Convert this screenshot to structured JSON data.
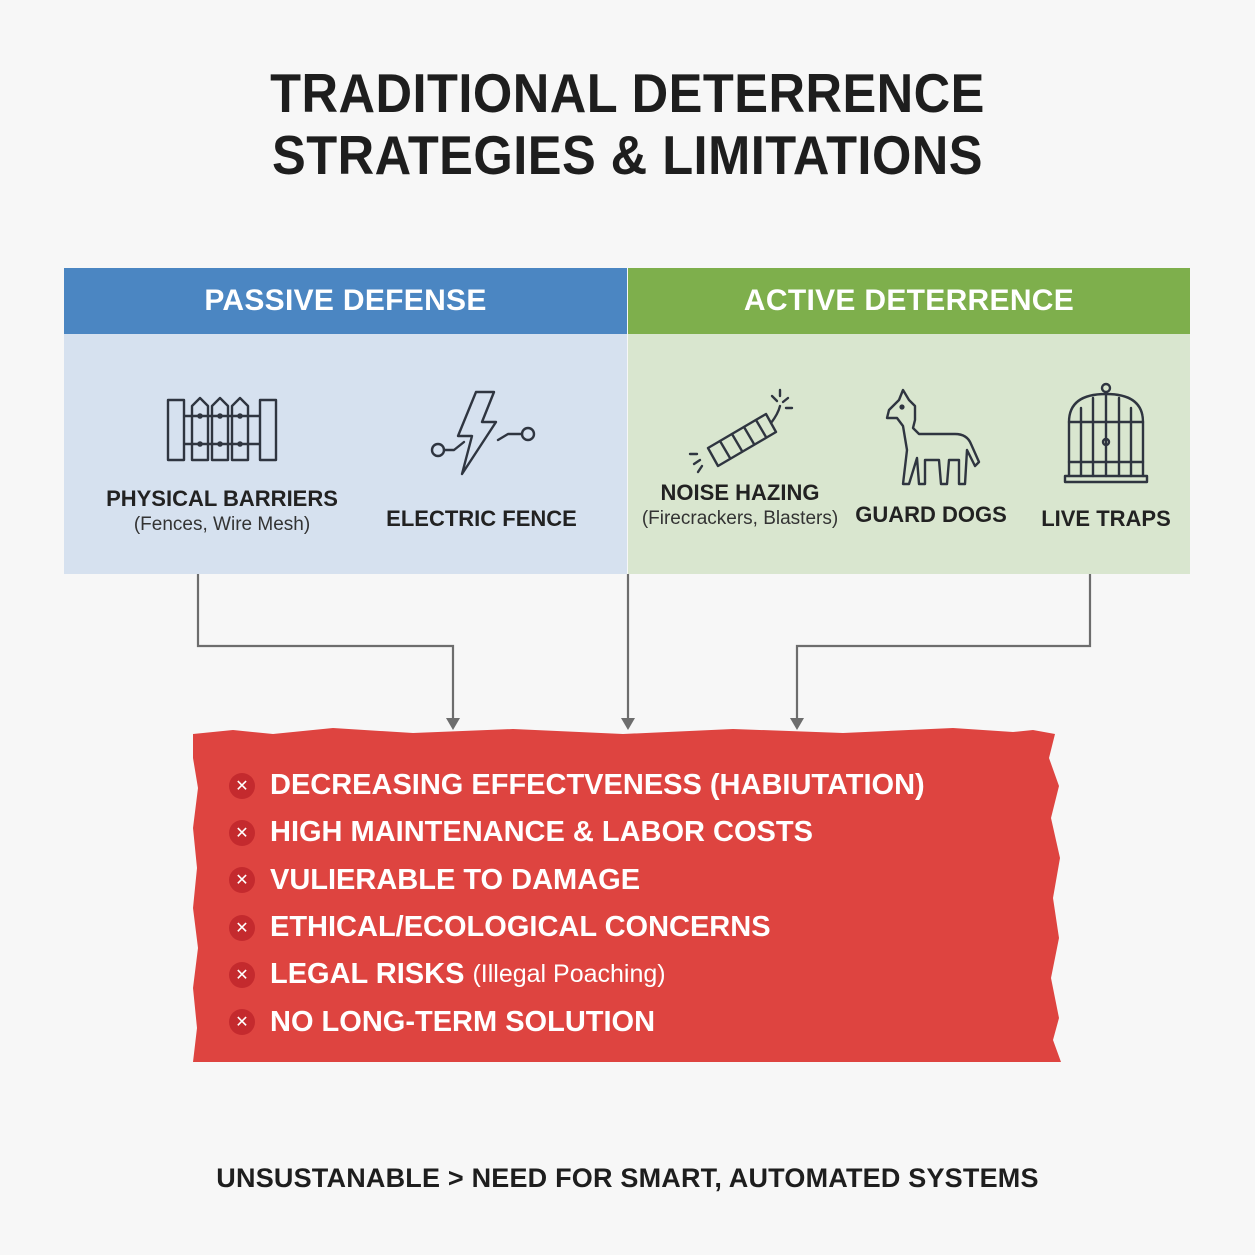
{
  "title": {
    "line1": "TRADITIONAL DETERRENCE",
    "line2": "STRATEGIES & LIMITATIONS"
  },
  "passive": {
    "header": "PASSIVE DEFENSE",
    "color": "#4b86c2",
    "items": [
      {
        "label": "PHYSICAL BARRIERS",
        "sub": "(Fences, Wire Mesh)",
        "icon": "fence-icon"
      },
      {
        "label": "ELECTRIC FENCE",
        "sub": "",
        "icon": "lightning-icon"
      }
    ]
  },
  "active": {
    "header": "ACTIVE DETERRENCE",
    "color": "#7eaf4c",
    "items": [
      {
        "label": "NOISE HAZING",
        "sub": "(Firecrackers, Blasters)",
        "icon": "firecracker-icon"
      },
      {
        "label": "GUARD DOGS",
        "sub": "",
        "icon": "dog-icon"
      },
      {
        "label": "LIVE TRAPS",
        "sub": "",
        "icon": "cage-icon"
      }
    ]
  },
  "limitations": {
    "color": "#de4440",
    "items": [
      {
        "text": "DECREASING EFFECTVENESS (HABIUTATION)",
        "note": ""
      },
      {
        "text": "HIGH MAINTENANCE & LABOR COSTS",
        "note": ""
      },
      {
        "text": "VULIERABLE TO DAMAGE",
        "note": ""
      },
      {
        "text": "ETHICAL/ECOLOGICAL CONCERNS",
        "note": ""
      },
      {
        "text": "LEGAL RISKS",
        "note": "(Illegal Poaching)"
      },
      {
        "text": "NO LONG-TERM SOLUTION",
        "note": ""
      }
    ]
  },
  "conclusion": "UNSUSTANABLE > NEED FOR SMART, AUTOMATED SYSTEMS"
}
